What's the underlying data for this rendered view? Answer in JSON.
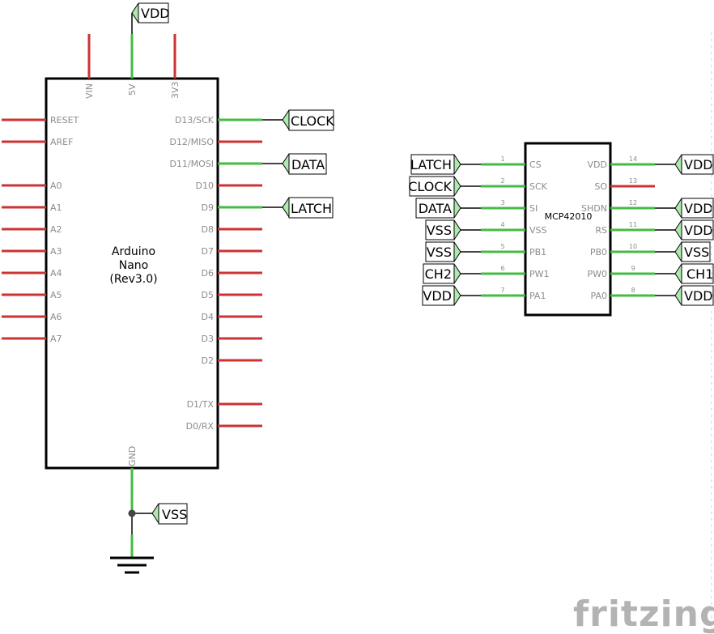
{
  "arduino": {
    "name_line1": "Arduino",
    "name_line2": "Nano",
    "name_line3": "(Rev3.0)",
    "top_pins": [
      "VIN",
      "5V",
      "3V3"
    ],
    "left_pins": [
      "RESET",
      "AREF",
      "A0",
      "A1",
      "A2",
      "A3",
      "A4",
      "A5",
      "A6",
      "A7"
    ],
    "right_pins": [
      "D13/SCK",
      "D12/MISO",
      "D11/MOSI",
      "D10",
      "D9",
      "D8",
      "D7",
      "D6",
      "D5",
      "D4",
      "D3",
      "D2",
      "D1/TX",
      "D0/RX"
    ],
    "bottom_pin": "GND"
  },
  "arduino_nets": {
    "top": "VDD",
    "d13": "CLOCK",
    "d11": "DATA",
    "d9": "LATCH",
    "gnd": "VSS"
  },
  "mcp": {
    "name": "MCP42010",
    "left": [
      {
        "num": "1",
        "pin": "CS",
        "net": "LATCH"
      },
      {
        "num": "2",
        "pin": "SCK",
        "net": "CLOCK"
      },
      {
        "num": "3",
        "pin": "SI",
        "net": "DATA"
      },
      {
        "num": "4",
        "pin": "VSS",
        "net": "VSS"
      },
      {
        "num": "5",
        "pin": "PB1",
        "net": "VSS"
      },
      {
        "num": "6",
        "pin": "PW1",
        "net": "CH2"
      },
      {
        "num": "7",
        "pin": "PA1",
        "net": "VDD"
      }
    ],
    "right": [
      {
        "num": "14",
        "pin": "VDD",
        "net": "VDD"
      },
      {
        "num": "13",
        "pin": "SO",
        "net": ""
      },
      {
        "num": "12",
        "pin": "SHDN",
        "net": "VDD"
      },
      {
        "num": "11",
        "pin": "RS",
        "net": "VDD"
      },
      {
        "num": "10",
        "pin": "PB0",
        "net": "VSS"
      },
      {
        "num": "9",
        "pin": "PW0",
        "net": "CH1"
      },
      {
        "num": "8",
        "pin": "PA0",
        "net": "VDD"
      }
    ]
  },
  "brand": "fritzing",
  "colors": {
    "unconnected_pin": "#cc3333",
    "connected_pin": "#44bb44",
    "wire": "#444444",
    "net_label_fill": "#aeeaae",
    "outline": "#000000",
    "pin_text": "#8c8c8c"
  }
}
